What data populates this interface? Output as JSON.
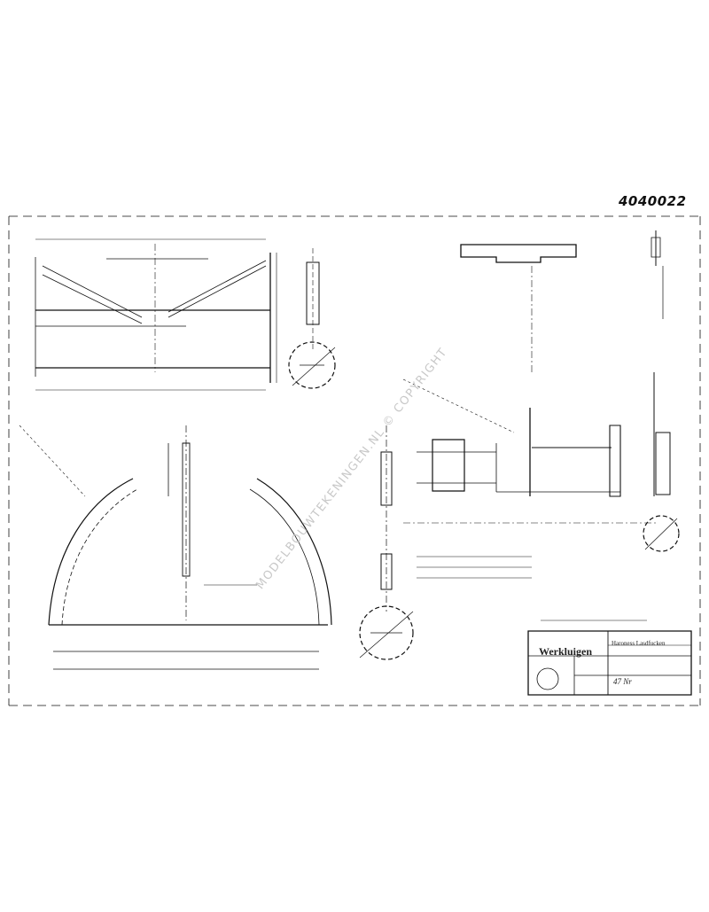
{
  "sheet": {
    "drawing_number": "4040022",
    "watermark": "MODELBOUWTEKENINGEN.NL © COPYRIGHT",
    "line_color": "#111111",
    "watermark_color": "#c8c8c8"
  },
  "title_block": {
    "company": "Werkluigen",
    "title": "Haroness Lasdfucken",
    "number_prefix": "47 Nr"
  }
}
